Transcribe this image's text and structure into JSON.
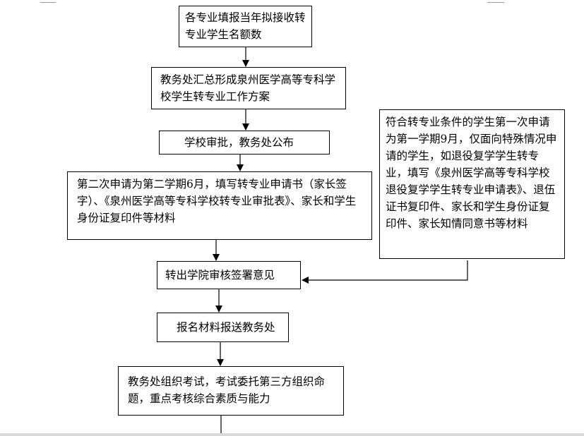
{
  "flowchart": {
    "step1": "各专业填报当年拟接收转专业学生名额数",
    "step2": "教务处汇总形成泉州医学高等专科学校学生转专业工作方案",
    "step3": "学校审批，教务处公布",
    "step4": "第二次申请为第二学期6月，填写转专业申请书（家长签字）、《泉州医学高等专科学校转专业审批表》、家长和学生身份证复印件等材料",
    "side_box": "符合转专业条件的学生第一次申请为第一学期9月，仅面向特殊情况申请的学生，如退役复学学生转专业，填写《泉州医学高等专科学校退役复学学生转专业申请表》、退伍证书复印件、家长和学生身份证复印件、家长知情同意书等材料",
    "step5": "转出学院审核签署意见",
    "step6": "报名材料报送教务处",
    "step7": "教务处组织考试，考试委托第三方组织命题，重点考核综合素质与能力"
  }
}
